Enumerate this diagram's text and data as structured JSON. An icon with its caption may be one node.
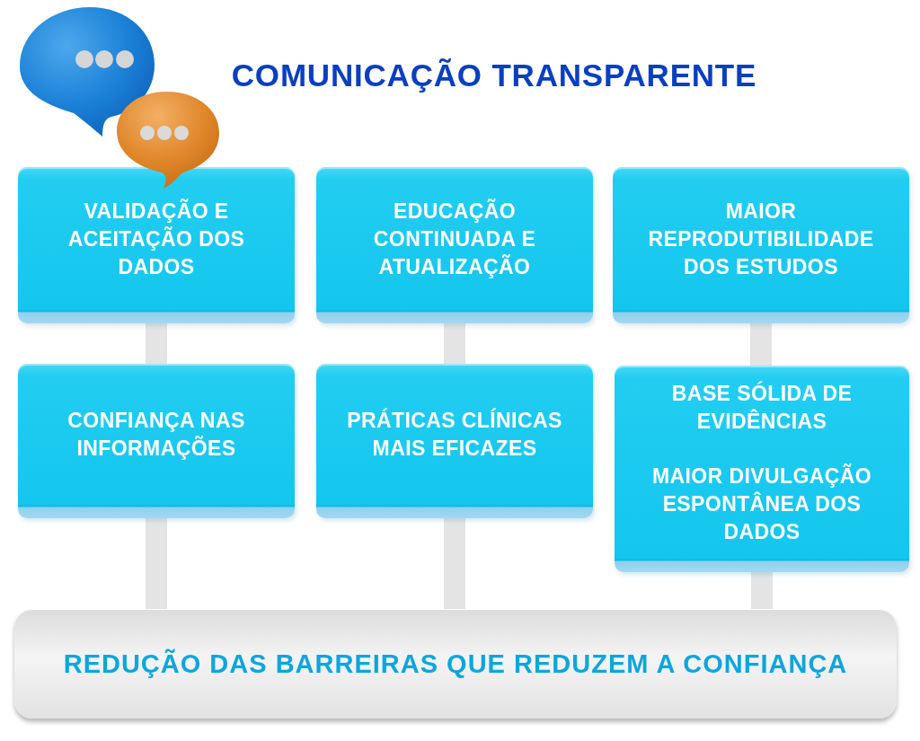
{
  "diagram": {
    "title": "COMUNICAÇÃO TRANSPARENTE",
    "nodes": [
      {
        "text": [
          "VALIDAÇÃO E ACEITAÇÃO DOS DADOS"
        ]
      },
      {
        "text": [
          "EDUCAÇÃO CONTINUADA E ATUALIZAÇÃO"
        ]
      },
      {
        "text": [
          "MAIOR REPRODUTIBILIDADE DOS ESTUDOS"
        ]
      },
      {
        "text": [
          "CONFIANÇA NAS INFORMAÇÕES"
        ]
      },
      {
        "text": [
          "PRÁTICAS CLÍNICAS MAIS EFICAZES"
        ]
      },
      {
        "text": [
          "BASE SÓLIDA DE EVIDÊNCIAS",
          "MAIOR DIVULGAÇÃO ESPONTÂNEA DOS DADOS"
        ]
      },
      {
        "text": [
          "REDUÇÃO DAS BARREIRAS QUE REDUZEM A CONFIANÇA"
        ]
      }
    ],
    "edges": [
      {
        "from": 0,
        "to": 3,
        "arrow": "none"
      },
      {
        "from": 1,
        "to": 4,
        "arrow": "none"
      },
      {
        "from": 2,
        "to": 5,
        "arrow": "none"
      },
      {
        "from": 3,
        "to": 6,
        "arrow": "none"
      },
      {
        "from": 4,
        "to": 6,
        "arrow": "none"
      },
      {
        "from": 5,
        "to": 6,
        "arrow": "none"
      }
    ]
  }
}
